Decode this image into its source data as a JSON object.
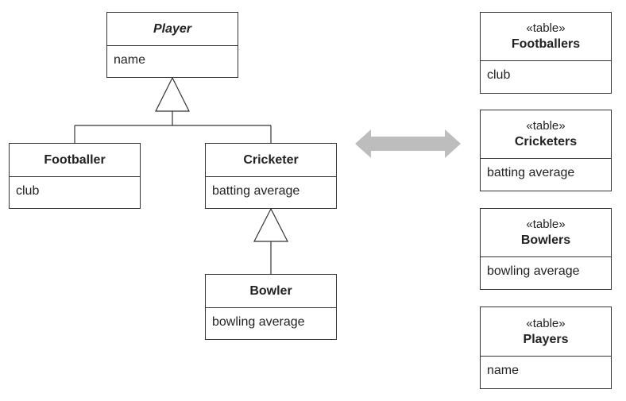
{
  "model": {
    "player": {
      "name": "Player",
      "attributes": [
        "name"
      ]
    },
    "footballer": {
      "name": "Footballer",
      "attributes": [
        "club"
      ]
    },
    "cricketer": {
      "name": "Cricketer",
      "attributes": [
        "batting average"
      ]
    },
    "bowler": {
      "name": "Bowler",
      "attributes": [
        "bowling average"
      ]
    }
  },
  "tables": {
    "footballers": {
      "stereotype": "«table»",
      "name": "Footballers",
      "columns": [
        "club"
      ]
    },
    "cricketers": {
      "stereotype": "«table»",
      "name": "Cricketers",
      "columns": [
        "batting average"
      ]
    },
    "bowlers": {
      "stereotype": "«table»",
      "name": "Bowlers",
      "columns": [
        "bowling average"
      ]
    },
    "players": {
      "stereotype": "«table»",
      "name": "Players",
      "columns": [
        "name"
      ]
    }
  },
  "colors": {
    "line": "#333333",
    "mapping_arrow": "#bdbdbd"
  }
}
